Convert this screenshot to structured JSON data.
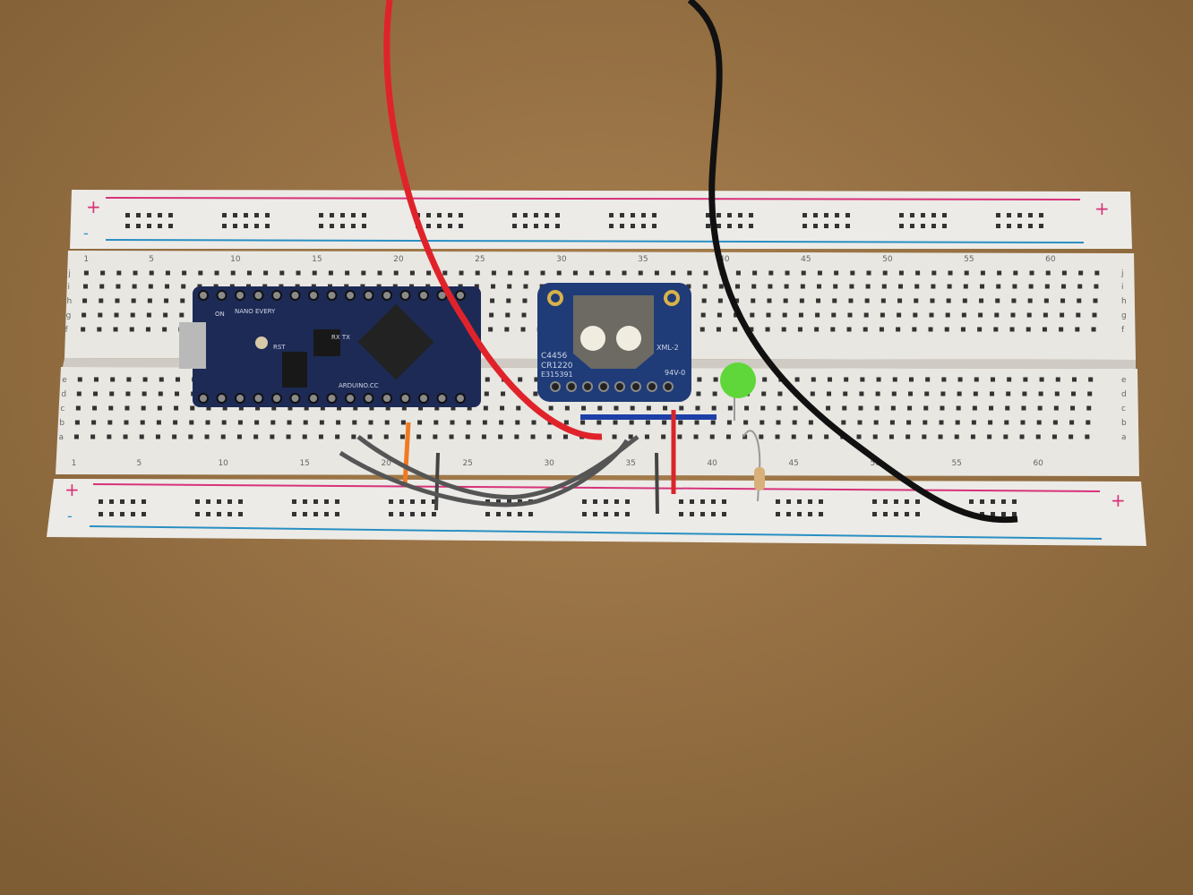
{
  "breadboard": {
    "column_numbers": [
      "1",
      "5",
      "10",
      "15",
      "20",
      "25",
      "30",
      "35",
      "40",
      "45",
      "50",
      "55",
      "60"
    ],
    "upper_rows": [
      "j",
      "i",
      "h",
      "g",
      "f"
    ],
    "lower_rows": [
      "e",
      "d",
      "c",
      "b",
      "a"
    ],
    "rail_plus": "+",
    "rail_minus": "-"
  },
  "arduino": {
    "model_label": "NANO EVERY",
    "site_label": "ARDUINO.CC",
    "reset_label": "RST",
    "rxtx_label": "RX TX",
    "power_label": "ON"
  },
  "rtc_module": {
    "line1": "C4456",
    "line2": "CR1220",
    "line3": "E315391",
    "crystal_label": "XML-2",
    "rating_label": "94V-0"
  },
  "colors": {
    "table": "#9a7446",
    "board": "#ece9e4",
    "red_rail": "#d8327a",
    "blue_rail": "#2a8fc4",
    "pcb": "#1d2a55",
    "rtc_pcb": "#1f3c78",
    "red_wire": "#e0232a",
    "black_wire": "#111111",
    "led": "#5fd63a"
  }
}
